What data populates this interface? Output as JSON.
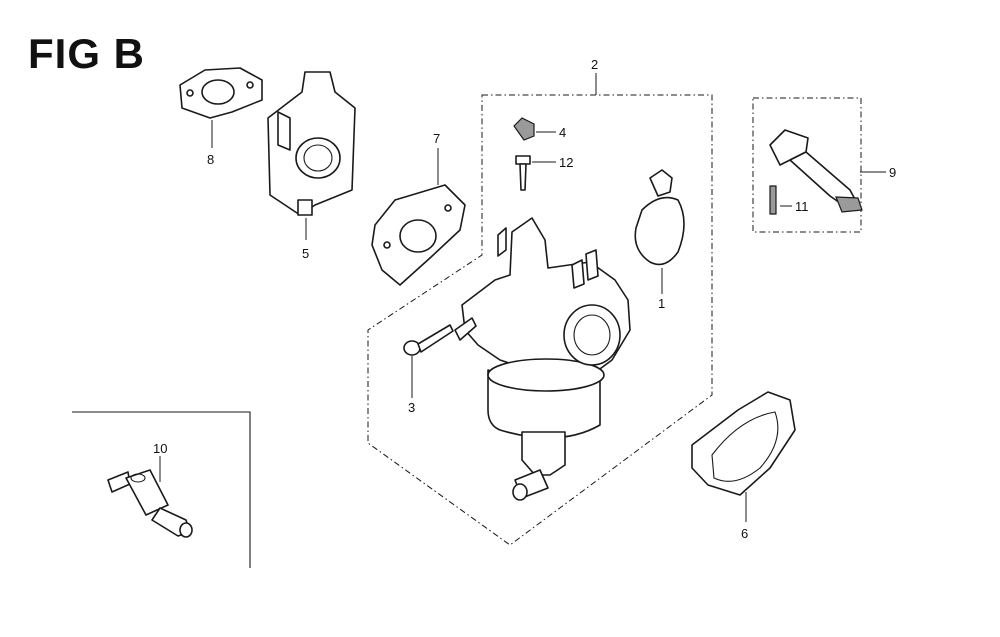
{
  "figure": {
    "title": "FIG B"
  },
  "callouts": {
    "c1": "1",
    "c2": "2",
    "c3": "3",
    "c4": "4",
    "c5": "5",
    "c6": "6",
    "c7": "7",
    "c8": "8",
    "c9": "9",
    "c10": "10",
    "c11": "11",
    "c12": "12"
  }
}
